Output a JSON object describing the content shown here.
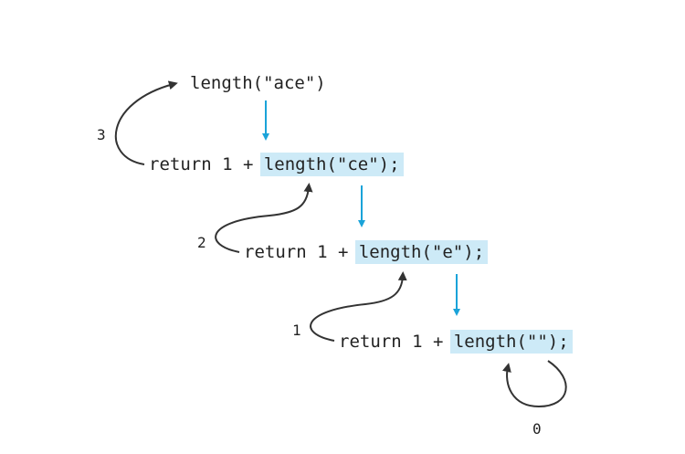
{
  "diagram": {
    "top_call": "length(\"ace\")",
    "levels": [
      {
        "prefix": "return 1 + ",
        "call": "length(\"ce\")",
        "suffix": ";",
        "count": "3"
      },
      {
        "prefix": "return 1 + ",
        "call": "length(\"e\")",
        "suffix": ";",
        "count": "2"
      },
      {
        "prefix": "return 1 + ",
        "call": "length(\"\")",
        "suffix": ";",
        "count": "1"
      }
    ],
    "base_count": "0",
    "colors": {
      "highlight": "#cdeaf7",
      "call_arrow": "#1aa3d9",
      "return_arrow": "#333333",
      "text": "#222222"
    }
  }
}
